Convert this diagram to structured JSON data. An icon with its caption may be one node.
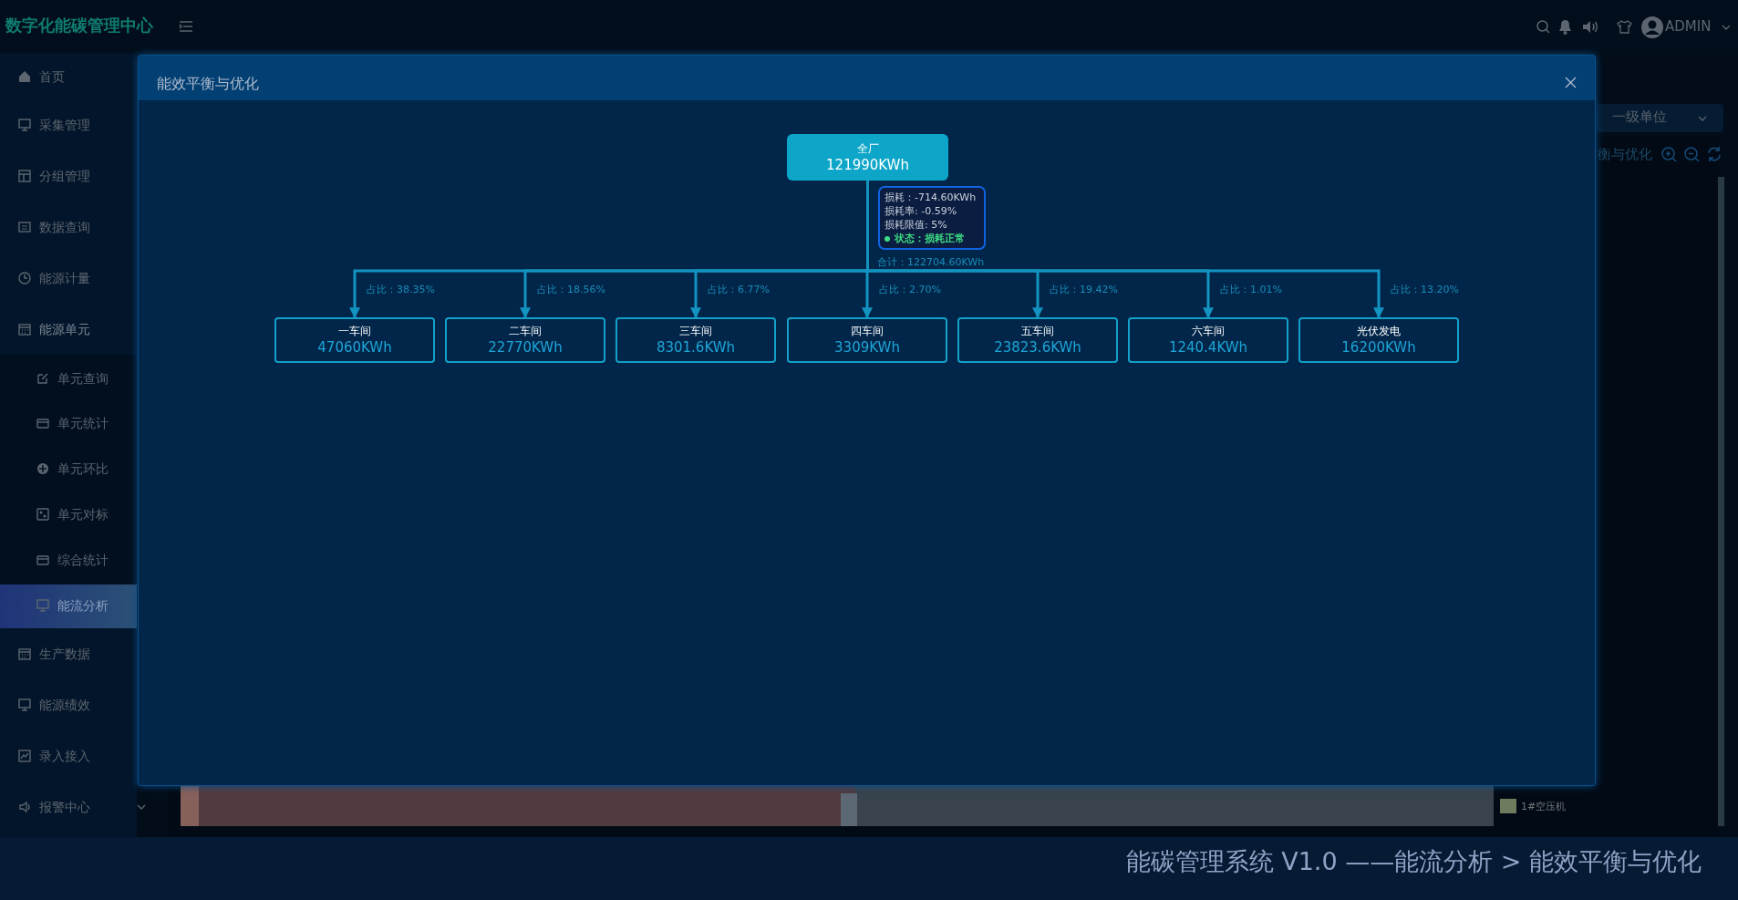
{
  "diagram": {
    "title": "能效平衡与优化",
    "caption": "能碳管理系统 V1.0 ——能流分析 > 能效平衡与优化",
    "nodes": [
      {
        "text": [
          "全厂",
          "121990KWh"
        ]
      },
      {
        "text": [
          "损耗：-714.60KWh",
          "损耗率: -0.59%",
          "损耗限值: 5%",
          "状态：损耗正常"
        ]
      },
      {
        "text": [
          "一车间",
          "47060KWh"
        ]
      },
      {
        "text": [
          "二车间",
          "22770KWh"
        ]
      },
      {
        "text": [
          "三车间",
          "8301.6KWh"
        ]
      },
      {
        "text": [
          "四车间",
          "3309KWh"
        ]
      },
      {
        "text": [
          "五车间",
          "23823.6KWh"
        ]
      },
      {
        "text": [
          "六车间",
          "1240.4KWh"
        ]
      },
      {
        "text": [
          "光伏发电",
          "16200KWh"
        ]
      }
    ],
    "edges": [
      {
        "from": 0,
        "to": 2,
        "arrow": "to",
        "label": "占比：38.35%"
      },
      {
        "from": 0,
        "to": 3,
        "arrow": "to",
        "label": "占比：18.56%"
      },
      {
        "from": 0,
        "to": 4,
        "arrow": "to",
        "label": "占比：6.77%"
      },
      {
        "from": 0,
        "to": 5,
        "arrow": "to",
        "label": "占比：2.70%"
      },
      {
        "from": 0,
        "to": 6,
        "arrow": "to",
        "label": "占比：19.42%"
      },
      {
        "from": 0,
        "to": 7,
        "arrow": "to",
        "label": "占比：1.01%"
      },
      {
        "from": 0,
        "to": 8,
        "arrow": "to",
        "label": "占比：13.20%"
      }
    ],
    "labels": [
      "数字化能碳管理中心",
      "ADMIN",
      "首页",
      "采集管理",
      "分组管理",
      "数据查询",
      "能源计量",
      "能源单元",
      "单元查询",
      "单元统计",
      "单元环比",
      "单元对标",
      "综合统计",
      "能流分析",
      "生产数据",
      "能源绩效",
      "录入接入",
      "报警中心",
      "一级单位",
      "衡与优化",
      "合计：122704.60KWh",
      "1#空压机"
    ]
  }
}
